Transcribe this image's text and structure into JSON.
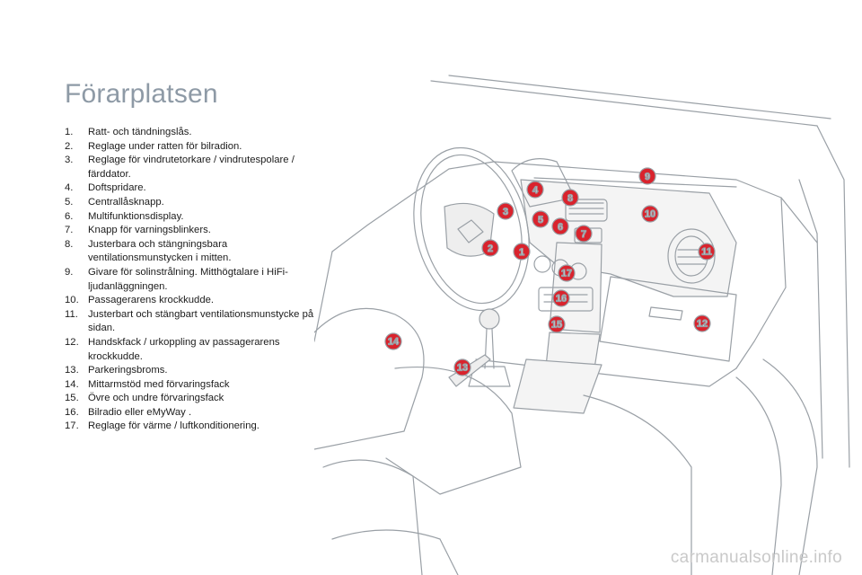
{
  "page": {
    "title": "Förarplatsen"
  },
  "legend": [
    {
      "num": "1.",
      "text": "Ratt- och tändningslås."
    },
    {
      "num": "2.",
      "text": "Reglage under ratten för bilradion."
    },
    {
      "num": "3.",
      "text": "Reglage för vindrutetorkare / vindrutespolare / färddator."
    },
    {
      "num": "4.",
      "text": "Doftspridare."
    },
    {
      "num": "5.",
      "text": "Centrallåsknapp."
    },
    {
      "num": "6.",
      "text": "Multifunktionsdisplay."
    },
    {
      "num": "7.",
      "text": "Knapp för varningsblinkers."
    },
    {
      "num": "8.",
      "text": "Justerbara och stängningsbara ventilationsmunstycken i mitten."
    },
    {
      "num": "9.",
      "text": "Givare för solinstrålning. Mitthögtalare i HiFi-ljudanläggningen."
    },
    {
      "num": "10.",
      "text": "Passagerarens krockkudde."
    },
    {
      "num": "11.",
      "text": "Justerbart och stängbart ventilationsmunstycke på sidan."
    },
    {
      "num": "12.",
      "text": "Handskfack / urkoppling av passagerarens krockkudde."
    },
    {
      "num": "13.",
      "text": "Parkeringsbroms."
    },
    {
      "num": "14.",
      "text": "Mittarmstöd med förvaringsfack"
    },
    {
      "num": "15.",
      "text": "Övre och undre förvaringsfack"
    },
    {
      "num": "16.",
      "text": "Bilradio eller eMyWay ."
    },
    {
      "num": "17.",
      "text": "Reglage för värme / luftkonditionering."
    }
  ],
  "markers": [
    "1",
    "2",
    "3",
    "4",
    "5",
    "6",
    "7",
    "8",
    "9",
    "10",
    "11",
    "12",
    "13",
    "14",
    "15",
    "16",
    "17"
  ],
  "colors": {
    "marker": "#d9232d",
    "title": "#8e9aa6",
    "lines": "#9aa0a6"
  },
  "watermark": "carmanualsonline.info"
}
